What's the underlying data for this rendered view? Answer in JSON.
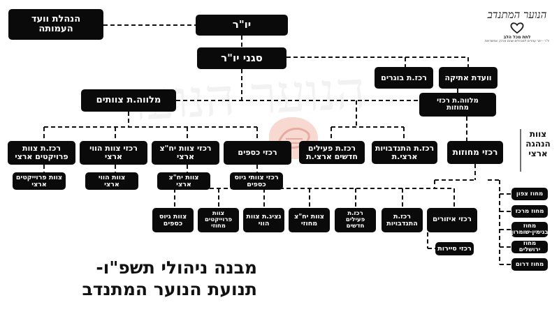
{
  "title": {
    "line1": "מבנה ניהולי תשפ\"ו-",
    "line2": "תנועת הנוער המתנדב"
  },
  "logo": {
    "name": "הנוער המתנדב",
    "tagline": "לתת מכל הלב",
    "sub": "יו\"ר - יוזר עוזרים למנהלים שהם מרכז, אפשרויות"
  },
  "side_label": "צוות\nהנהגה\nארצי",
  "nodes": {
    "board": "הנהלת וועד\nהעמותה",
    "chair": "יו\"ר",
    "vice_chair": "סגני יו\"ר",
    "ethics": "וועדת אתיקה",
    "graduates_coord": "רכז.ת בוגרים",
    "teams_companion": "מלווה.ת צוותים",
    "district_coords_companion": "מלווה.ת רכזי\nמחוזות",
    "national_projects_coord": "רכז.ת צוות\nפרויקטים ארצי",
    "national_howi_coord": "רכזי צוות הווי\nארצי",
    "national_yahatz_coord": "רכזי צוות יח\"צ\nארצי",
    "finance_coord": "רכזי כספים",
    "new_activists_coord": "רכז.ת פעילים\nחדשים ארצי.ת",
    "national_volunteering_coord": "רכז.ת התנדבויות\nארצי.ת",
    "district_coords": "רכזי מחוזות",
    "national_projects_team": "צוות פרוייקטים\nארצי",
    "national_howi_team": "צוות הווי\nארצי",
    "national_yahatz_team": "צוות יח\"צ\nארצי",
    "fundraising_coords": "רכזי צוותי גיוס\nכספים",
    "fundraising_team": "צוות גיוס\nכספים",
    "district_projects_team": "צוות\nפרוייקטים\nמחוזי",
    "howi_rep": "נציג.ת צוות\nהווי",
    "district_yahatz_team": "צוות יח\"צ\nמחוזי",
    "new_activists_district_coord": "רכז.ת\nפעילים\nחדשים",
    "volunteering_coord": "רכז.ת\nהתנדבויות",
    "area_coords": "רכזי איזורים",
    "branch_coords": "רכזי סיירות",
    "district_north": "מחוז צפון",
    "district_center": "מחוז מרכז",
    "district_binyamin_shomron": "מחוז\nבנימין-שומרון",
    "district_jerusalem": "מחוז ירושלים",
    "district_south": "מחוז דרום"
  }
}
